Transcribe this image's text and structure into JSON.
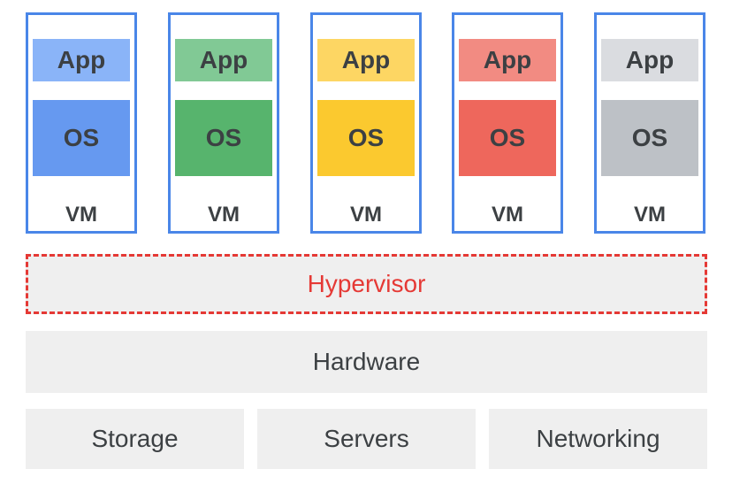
{
  "colors": {
    "vm_border": "#4a86e8",
    "hypervisor_border": "#e53935",
    "hypervisor_text": "#e53935",
    "layer_background": "#efefef",
    "text": "#3c4043"
  },
  "vms": [
    {
      "app": "App",
      "os": "OS",
      "label": "VM",
      "app_color": "#8ab4f8",
      "os_color": "#6699f0"
    },
    {
      "app": "App",
      "os": "OS",
      "label": "VM",
      "app_color": "#81c995",
      "os_color": "#57b46d"
    },
    {
      "app": "App",
      "os": "OS",
      "label": "VM",
      "app_color": "#fdd663",
      "os_color": "#fbc92f"
    },
    {
      "app": "App",
      "os": "OS",
      "label": "VM",
      "app_color": "#f28b82",
      "os_color": "#ee675c"
    },
    {
      "app": "App",
      "os": "OS",
      "label": "VM",
      "app_color": "#dadce0",
      "os_color": "#bdc1c6"
    }
  ],
  "hypervisor": {
    "label": "Hypervisor"
  },
  "hardware": {
    "label": "Hardware"
  },
  "infrastructure": [
    {
      "label": "Storage"
    },
    {
      "label": "Servers"
    },
    {
      "label": "Networking"
    }
  ]
}
